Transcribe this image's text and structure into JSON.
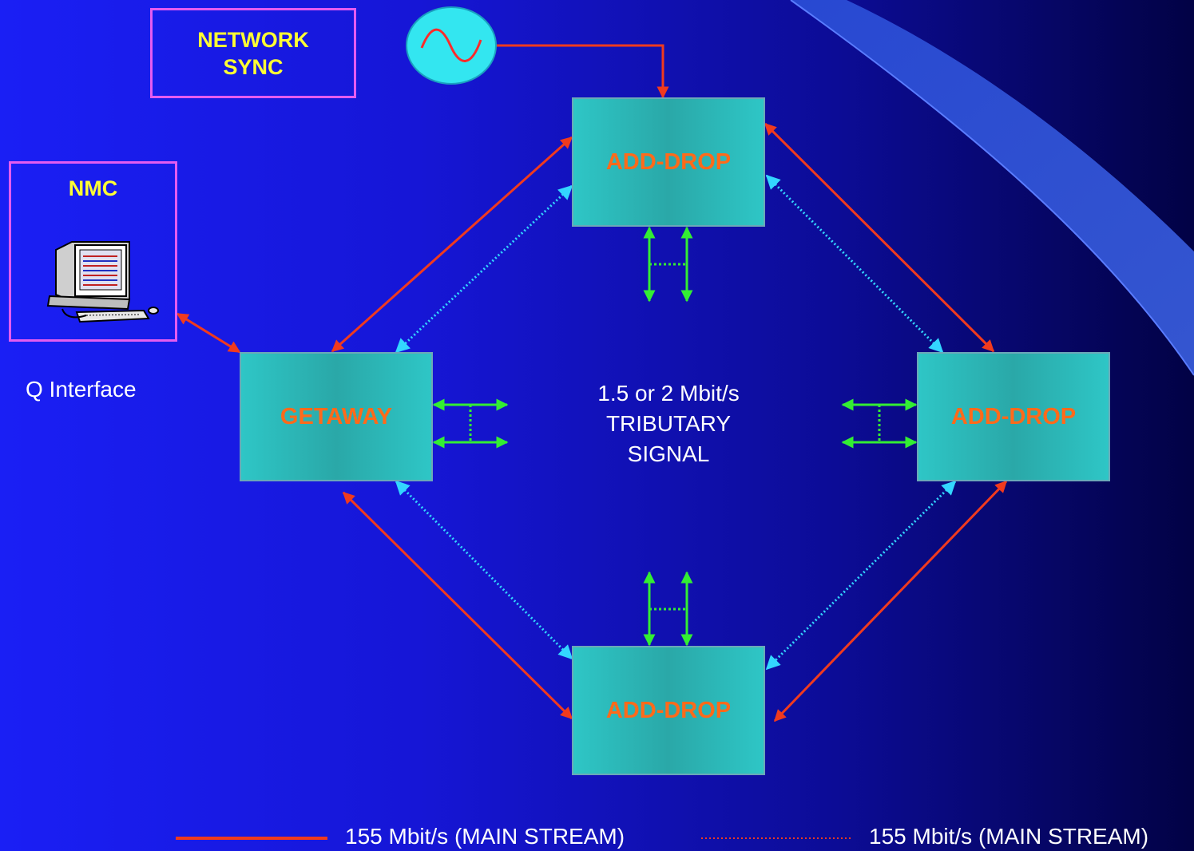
{
  "network_sync": {
    "line1": "NETWORK",
    "line2": "SYNC"
  },
  "nmc": {
    "title": "NMC",
    "icon": "computer-workstation-icon"
  },
  "q_interface": "Q Interface",
  "center_text": {
    "line1": "1.5 or 2 Mbit/s",
    "line2": "TRIBUTARY",
    "line3": "SIGNAL"
  },
  "nodes": {
    "top": "ADD-DROP",
    "left": "GETAWAY",
    "right": "ADD-DROP",
    "bottom": "ADD-DROP"
  },
  "oscillator": {
    "icon": "sine-wave-icon"
  },
  "legend": {
    "solid_label": "155 Mbit/s (MAIN STREAM)",
    "dotted_label": "155 Mbit/s (MAIN STREAM)"
  },
  "colors": {
    "main_stream": "#f03a1e",
    "protection_stream": "#33d6ff",
    "tributary": "#33ee33",
    "node_fill": "#2ab8b8",
    "node_label": "#ff6a1a",
    "label_yellow": "#ffff33",
    "box_border": "#e45cf0"
  }
}
